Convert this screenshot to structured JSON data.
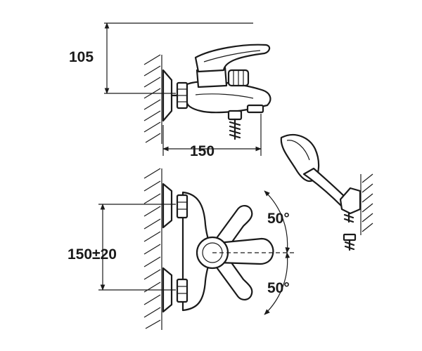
{
  "dimensions": {
    "height": "105",
    "projection": "150",
    "center_distance": "150±20",
    "angle_upper": "50°",
    "angle_lower": "50°"
  },
  "colors": {
    "line": "#1a1a1a",
    "background": "#ffffff"
  }
}
